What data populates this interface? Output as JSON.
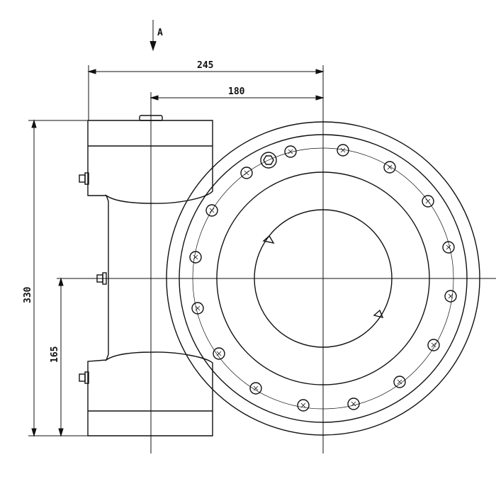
{
  "drawing": {
    "view_label": "A",
    "dimensions": {
      "overall_width": "245",
      "center_offset": "180",
      "overall_height": "330",
      "half_height": "165"
    }
  }
}
